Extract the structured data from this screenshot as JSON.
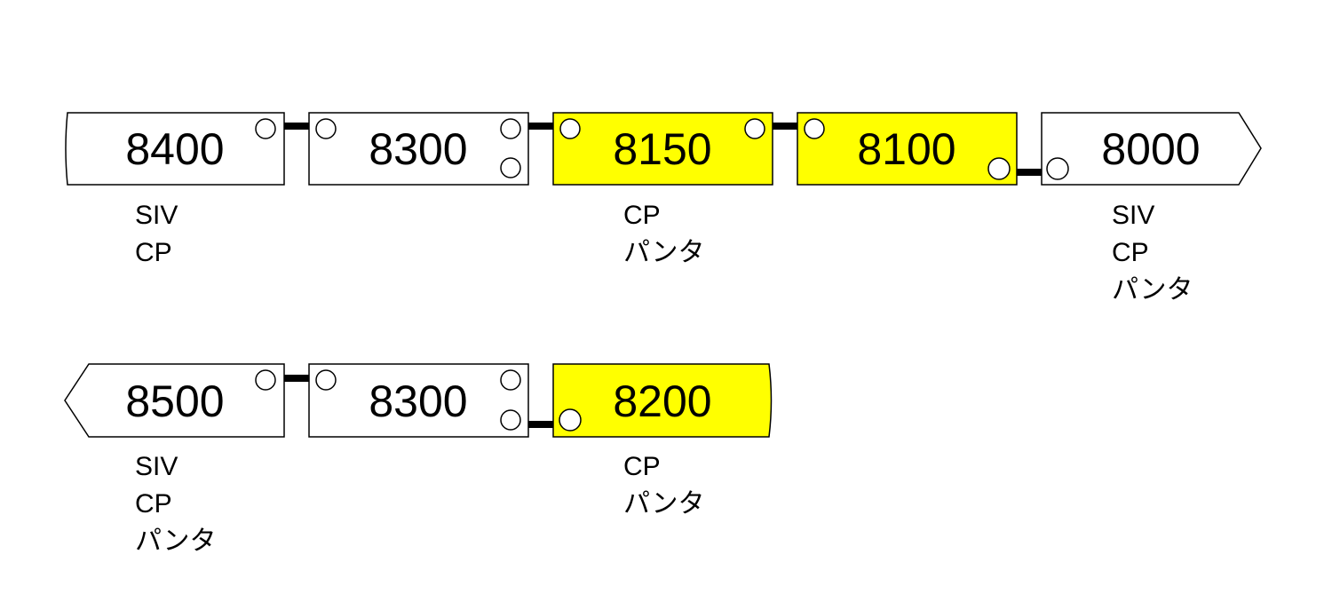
{
  "colors": {
    "powered": "#ffff00",
    "trailer": "#ffffff"
  },
  "formation_1": {
    "cars": [
      {
        "number": "8400",
        "equipment": [
          "SIV",
          "CP"
        ]
      },
      {
        "number": "8300",
        "equipment": []
      },
      {
        "number": "8150",
        "equipment": [
          "CP",
          "パンタ"
        ]
      },
      {
        "number": "8100",
        "equipment": []
      },
      {
        "number": "8000",
        "equipment": [
          "SIV",
          "CP",
          "パンタ"
        ]
      }
    ]
  },
  "formation_2": {
    "cars": [
      {
        "number": "8500",
        "equipment": [
          "SIV",
          "CP",
          "パンタ"
        ]
      },
      {
        "number": "8300",
        "equipment": []
      },
      {
        "number": "8200",
        "equipment": [
          "CP",
          "パンタ"
        ]
      }
    ]
  }
}
